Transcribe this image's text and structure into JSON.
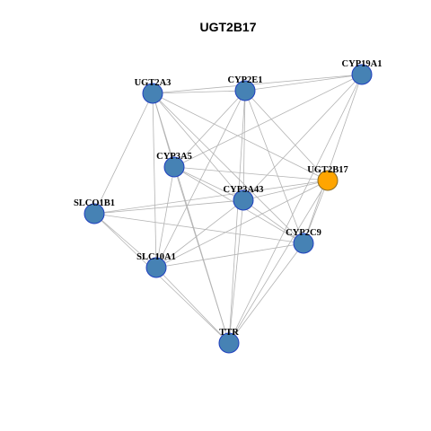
{
  "title": "UGT2B17",
  "colors": {
    "default_node": "#4682b4",
    "default_node_border": "#1f3fbf",
    "highlight_node": "#ffa500",
    "highlight_node_border": "#8a6a20",
    "edge": "#b3b3b3"
  },
  "nodes": [
    {
      "id": "UGT2A3",
      "label": "UGT2A3",
      "highlight": false
    },
    {
      "id": "CYP2E1",
      "label": "CYP2E1",
      "highlight": false
    },
    {
      "id": "CYP19A1",
      "label": "CYP19A1",
      "highlight": false
    },
    {
      "id": "CYP3A5",
      "label": "CYP3A5",
      "highlight": false
    },
    {
      "id": "UGT2B17",
      "label": "UGT2B17",
      "highlight": true
    },
    {
      "id": "CYP3A43",
      "label": "CYP3A43",
      "highlight": false
    },
    {
      "id": "SLCO1B1",
      "label": "SLCO1B1",
      "highlight": false
    },
    {
      "id": "CYP2C9",
      "label": "CYP2C9",
      "highlight": false
    },
    {
      "id": "SLC10A1",
      "label": "SLC10A1",
      "highlight": false
    },
    {
      "id": "TTR",
      "label": "TTR",
      "highlight": false
    }
  ],
  "edges": [
    [
      "UGT2A3",
      "CYP2E1"
    ],
    [
      "UGT2A3",
      "CYP19A1"
    ],
    [
      "UGT2A3",
      "CYP3A5"
    ],
    [
      "UGT2A3",
      "UGT2B17"
    ],
    [
      "UGT2A3",
      "CYP3A43"
    ],
    [
      "UGT2A3",
      "SLCO1B1"
    ],
    [
      "UGT2A3",
      "CYP2C9"
    ],
    [
      "UGT2A3",
      "SLC10A1"
    ],
    [
      "UGT2A3",
      "TTR"
    ],
    [
      "CYP2E1",
      "CYP19A1"
    ],
    [
      "CYP2E1",
      "CYP3A5"
    ],
    [
      "CYP2E1",
      "UGT2B17"
    ],
    [
      "CYP2E1",
      "CYP3A43"
    ],
    [
      "CYP2E1",
      "CYP2C9"
    ],
    [
      "CYP2E1",
      "SLC10A1"
    ],
    [
      "CYP2E1",
      "TTR"
    ],
    [
      "CYP19A1",
      "CYP3A5"
    ],
    [
      "CYP19A1",
      "CYP3A43"
    ],
    [
      "CYP19A1",
      "CYP2C9"
    ],
    [
      "CYP19A1",
      "TTR"
    ],
    [
      "CYP3A5",
      "UGT2B17"
    ],
    [
      "CYP3A5",
      "CYP3A43"
    ],
    [
      "CYP3A5",
      "CYP2C9"
    ],
    [
      "CYP3A5",
      "SLC10A1"
    ],
    [
      "CYP3A5",
      "TTR"
    ],
    [
      "UGT2B17",
      "CYP3A43"
    ],
    [
      "UGT2B17",
      "SLCO1B1"
    ],
    [
      "UGT2B17",
      "CYP2C9"
    ],
    [
      "UGT2B17",
      "SLC10A1"
    ],
    [
      "UGT2B17",
      "TTR"
    ],
    [
      "CYP3A43",
      "SLCO1B1"
    ],
    [
      "CYP3A43",
      "CYP2C9"
    ],
    [
      "CYP3A43",
      "SLC10A1"
    ],
    [
      "CYP3A43",
      "TTR"
    ],
    [
      "SLCO1B1",
      "CYP2C9"
    ],
    [
      "SLCO1B1",
      "SLC10A1"
    ],
    [
      "SLCO1B1",
      "TTR"
    ],
    [
      "CYP2C9",
      "SLC10A1"
    ],
    [
      "CYP2C9",
      "TTR"
    ],
    [
      "SLC10A1",
      "TTR"
    ]
  ]
}
